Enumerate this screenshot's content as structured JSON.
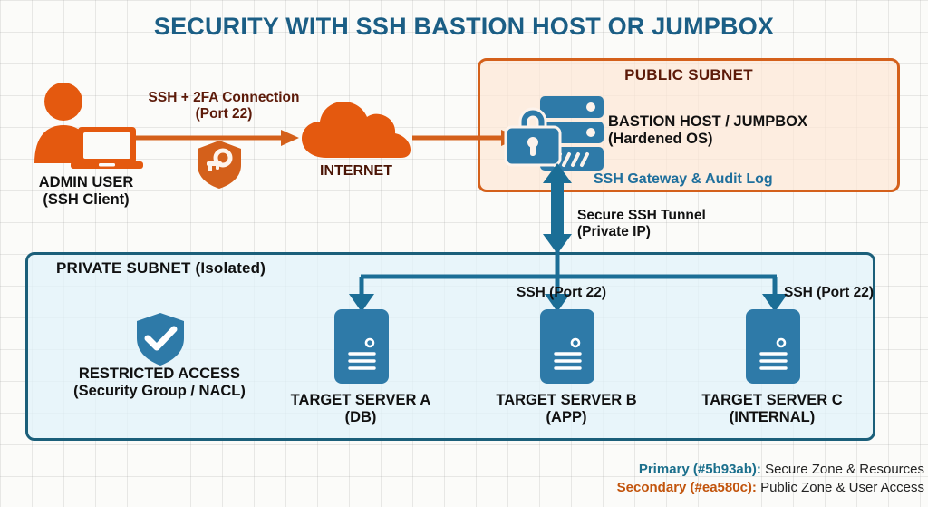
{
  "title": "SECURITY WITH SSH BASTION HOST OR JUMPBOX",
  "colors": {
    "primary": "#5b93ab",
    "secondary": "#ea580c",
    "title": "#1b5e85",
    "public_border": "#d4601b",
    "public_fill": "#fde7d6",
    "private_border": "#1b5f7a",
    "private_fill": "#e2f3fa",
    "server_blue": "#2e7aa8",
    "arrow_blue": "#1b6e96",
    "arrow_orange": "#d4601b"
  },
  "admin": {
    "icon": "user-with-laptop-icon",
    "line1": "ADMIN USER",
    "line2": "(SSH Client)"
  },
  "connection": {
    "line1": "SSH + 2FA Connection",
    "line2": "(Port 22)",
    "shield_icon": "shield-key-icon",
    "arrow_icon": "arrow-right-icon"
  },
  "internet": {
    "icon": "cloud-icon",
    "label": "INTERNET",
    "arrow_icon": "arrow-right-icon"
  },
  "public_subnet": {
    "title": "PUBLIC SUBNET",
    "bastion": {
      "icon": "padlock-server-rack-icon",
      "line1": "BASTION HOST / JUMPBOX",
      "line2": "(Hardened OS)"
    },
    "gateway_note": "SSH Gateway & Audit Log"
  },
  "tunnel": {
    "icon": "double-arrow-vertical-icon",
    "line1": "Secure SSH Tunnel",
    "line2": "(Private IP)"
  },
  "private_subnet": {
    "title": "PRIVATE SUBNET (Isolated)",
    "restricted": {
      "icon": "shield-check-icon",
      "line1": "RESTRICTED ACCESS",
      "line2": "(Security Group / NACL)"
    },
    "branch_labels": {
      "server_b": "SSH   (Port 22)",
      "server_c": "SSH (Port 22)"
    },
    "servers": [
      {
        "icon": "server-icon",
        "line1": "TARGET SERVER A",
        "line2": "(DB)"
      },
      {
        "icon": "server-icon",
        "line1": "TARGET SERVER B",
        "line2": "(APP)"
      },
      {
        "icon": "server-icon",
        "line1": "TARGET SERVER C",
        "line2": "(INTERNAL)"
      }
    ]
  },
  "legend": {
    "primary_key": "Primary (#5b93ab):",
    "primary_value": " Secure Zone & Resources",
    "secondary_key": "Secondary (#ea580c):",
    "secondary_value": " Public Zone & User Access"
  }
}
